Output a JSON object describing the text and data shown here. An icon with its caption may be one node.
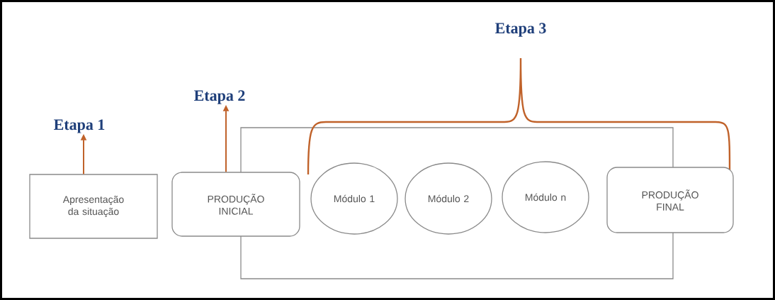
{
  "diagram": {
    "nodes": [
      {
        "text": [
          "Apresentação da situação"
        ]
      },
      {
        "text": [
          "PRODUÇÃO INICIAL"
        ]
      },
      {
        "text": [
          "Módulo 1"
        ]
      },
      {
        "text": [
          "Módulo 2"
        ]
      },
      {
        "text": [
          "Módulo n"
        ]
      },
      {
        "text": [
          "PRODUÇÃO FINAL"
        ]
      },
      {
        "text": [
          "Etapa 1"
        ]
      },
      {
        "text": [
          "Etapa 2"
        ]
      }
    ],
    "edges": [
      {
        "from": 0,
        "to": 6,
        "arrow": "to"
      },
      {
        "from": 1,
        "to": 7,
        "arrow": "to"
      }
    ],
    "labels": [
      "Etapa 3"
    ]
  }
}
